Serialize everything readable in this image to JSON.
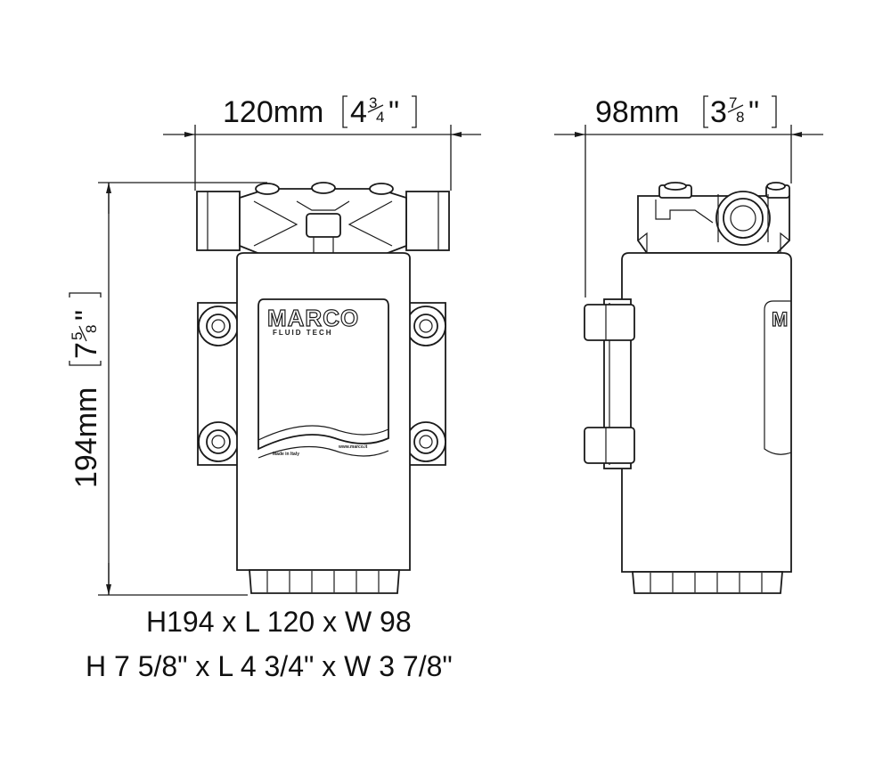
{
  "brand": {
    "logo_text": "MARCO",
    "logo_subtext": "FLUID TECH",
    "label_left": "Made in Italy",
    "label_right": "www.marco.it"
  },
  "dimensions": {
    "width_front": {
      "value": "120mm",
      "whole": "4",
      "num": "3",
      "den": "4",
      "close": "\""
    },
    "width_side": {
      "value": "98mm",
      "whole": "3",
      "num": "7",
      "den": "8",
      "close": "\""
    },
    "height": {
      "value": "194mm",
      "whole": "7",
      "num": "5",
      "den": "8",
      "close": "\""
    }
  },
  "caption": {
    "line1": "H194 x L 120 x W 98",
    "line2": "H 7 5/8\" x L 4 3/4\" x W 3 7/8\""
  }
}
